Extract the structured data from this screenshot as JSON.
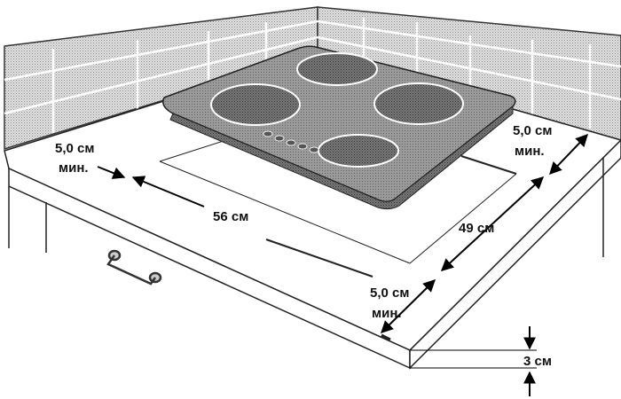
{
  "diagram": {
    "labels": {
      "left_gap_value": "5,0 см",
      "left_gap_min": "мин.",
      "width": "56 см",
      "depth": "49 см",
      "front_gap_value": "5,0 см",
      "front_gap_min": "мин.",
      "back_gap_value": "5,0 см",
      "back_gap_min": "мин.",
      "thickness": "3 см"
    }
  }
}
